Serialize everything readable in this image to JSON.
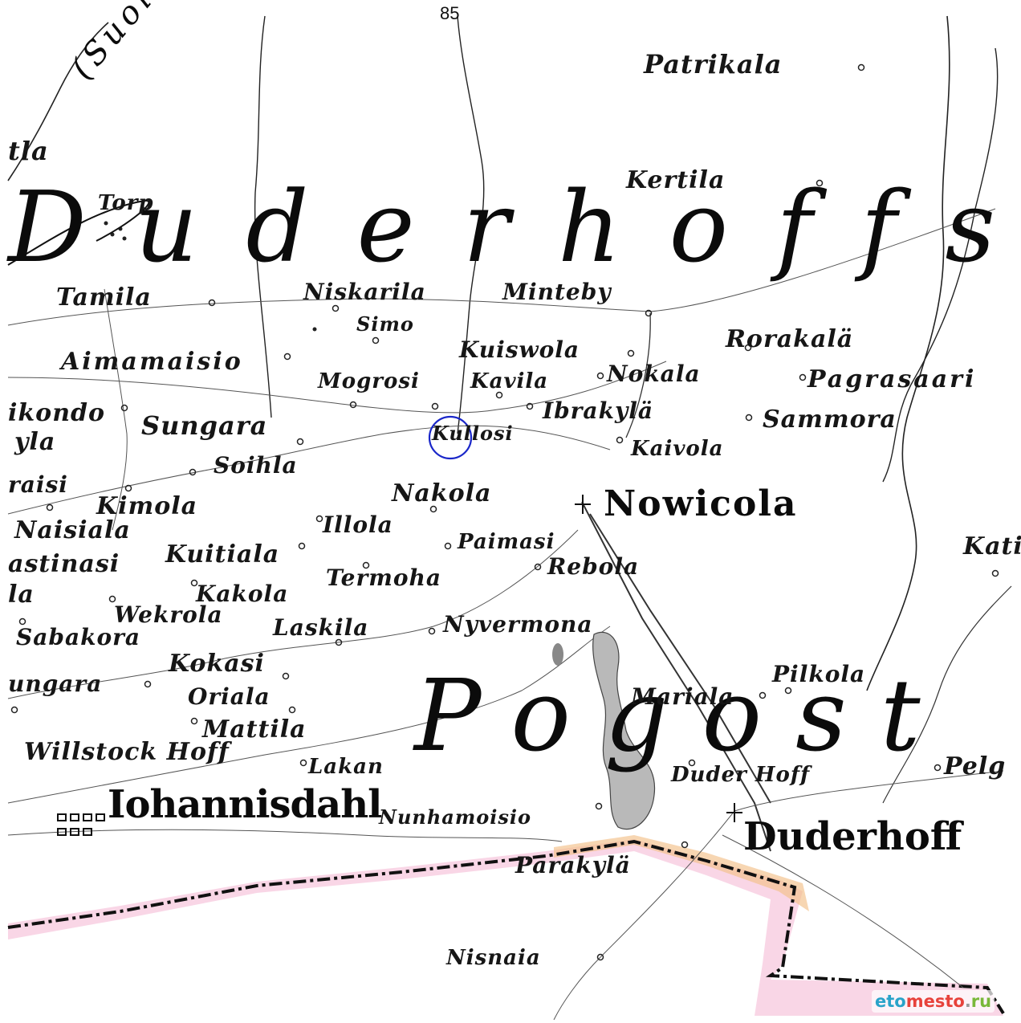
{
  "page_number": "85",
  "regions": {
    "duderhoff_region": "Duderhoffs",
    "pogost_region": "Pogost",
    "suolijar": "(Suolijor"
  },
  "towns": {
    "nowicola": "Nowicola",
    "johannisdahl": "Iohannisdahl",
    "duderhoff": "Duderhoff"
  },
  "villages": {
    "patrikala": "Patrikala",
    "kertila": "Kertila",
    "torp": "Torp",
    "tamila": "Tamila",
    "niskarila": "Niskarila",
    "minteby": "Minteby",
    "simo": "Simo",
    "rorakala": "Rorakalä",
    "aimamaisio": "Aimamaisio",
    "kuisvola": "Kuiswola",
    "mogrosi": "Mogrosi",
    "kavila": "Kavila",
    "nokala": "Nokala",
    "pagrasaari": "Pagrasaari",
    "ikondo": "ikondo",
    "ityla": "yla",
    "sungara": "Sungara",
    "ibrakyla": "Ibrakylä",
    "sammora": "Sammora",
    "kullosi": "Kullosi",
    "kaivola": "Kaivola",
    "soihla": "Soihla",
    "raisi": "raisi",
    "kimola": "Kimola",
    "nakola": "Nakola",
    "naisiala": "Naisiala",
    "illola": "Illola",
    "paimasi": "Paimasi",
    "kuitiala": "Kuitiala",
    "astinasi": "astinasi",
    "termoha": "Termoha",
    "rebola": "Rebola",
    "kata": "Kati",
    "la_left": "la",
    "kakola": "Kakola",
    "wekrola": "Wekrola",
    "sabakora": "Sabakora",
    "laskila": "Laskila",
    "nyvermona": "Nyvermona",
    "kokasi": "Kokasi",
    "ungara": "ungara",
    "oriala": "Oriala",
    "pilkola": "Pilkola",
    "mariala": "Mariala",
    "mattila": "Mattila",
    "willstock_hoff": "Willstock Hoff",
    "lakan": "Lakan",
    "duderhoff_manor": "Duder Hoff",
    "pelg": "Pelg",
    "nunhamoisio": "Nunhamoisio",
    "parakyla": "Parakylä",
    "nisnaia": "Nisnaia",
    "tla": "tla"
  },
  "watermark": {
    "part_a": "eto",
    "part_b": "mesto",
    "dot": ".",
    "part_c": "ru"
  },
  "colors": {
    "paper": "#ffffff",
    "ink": "#161616",
    "border_pink": "#f2a5c8",
    "border_orange": "#f3c089",
    "marker_circle": "#1a27c9",
    "lake": "#b9b9b9"
  }
}
